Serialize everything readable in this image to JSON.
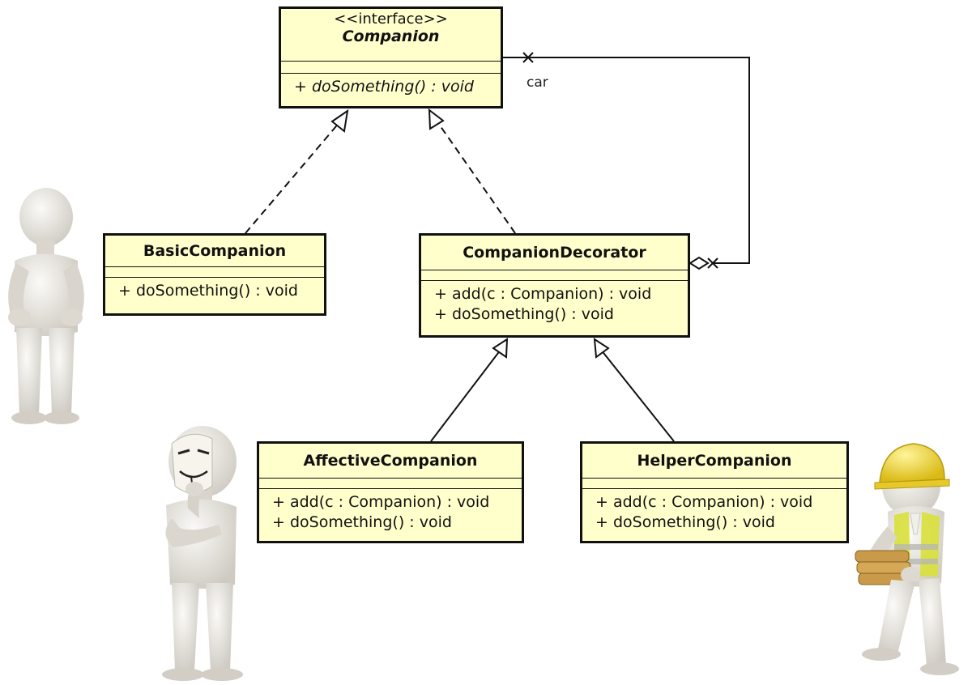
{
  "classes": {
    "companion": {
      "stereotype": "<<interface>>",
      "name": "Companion",
      "operations": [
        "+ doSomething() : void"
      ]
    },
    "basic": {
      "name": "BasicCompanion",
      "operations": [
        "+ doSomething() : void"
      ]
    },
    "decorator": {
      "name": "CompanionDecorator",
      "operations": [
        "+ add(c : Companion) : void",
        "+ doSomething() : void"
      ]
    },
    "affective": {
      "name": "AffectiveCompanion",
      "operations": [
        "+ add(c : Companion) : void",
        "+ doSomething() : void"
      ]
    },
    "helper": {
      "name": "HelperCompanion",
      "operations": [
        "+ add(c : Companion) : void",
        "+ doSomething() : void"
      ]
    }
  },
  "association": {
    "role_label": "car"
  },
  "colors": {
    "box_fill": "#ffffcc",
    "outline": "#111111",
    "figure": "#e9e6e0",
    "helmet": "#f2d640",
    "vest": "#d8e03a"
  },
  "figures": [
    "standing-figure",
    "masked-thinking-figure",
    "construction-worker-figure"
  ]
}
